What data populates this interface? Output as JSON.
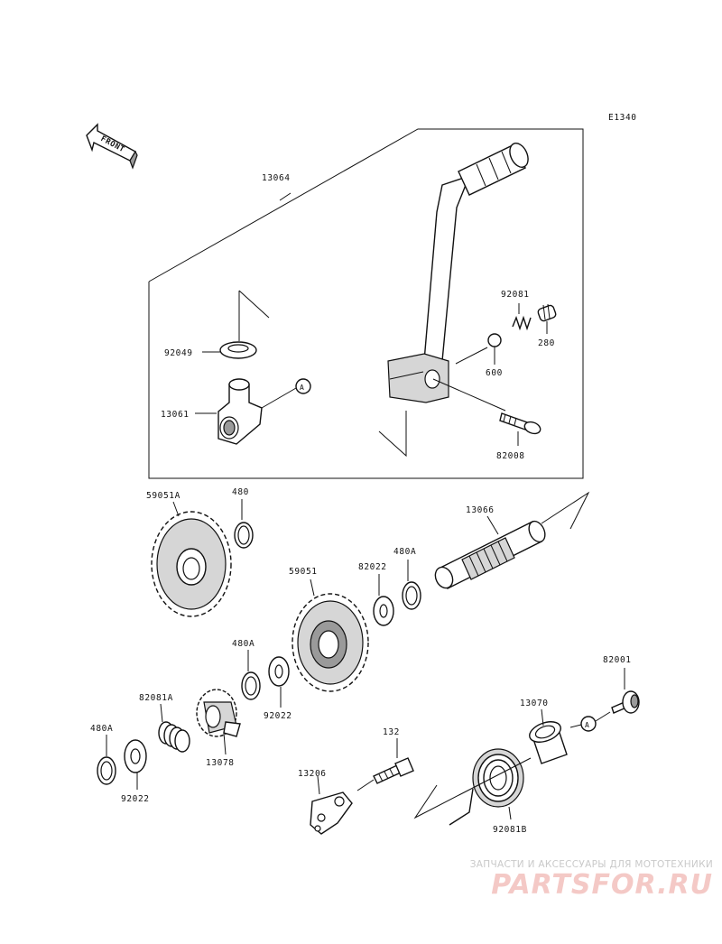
{
  "diagram": {
    "code": "E1340",
    "front_label": "FRONT",
    "circle_ref": "A",
    "labels": {
      "p13064": "13064",
      "p92081": "92081",
      "p280": "280",
      "p92049": "92049",
      "p600": "600",
      "p13061": "13061",
      "p82008": "82008",
      "p59051A": "59051A",
      "p480": "480",
      "p13066": "13066",
      "p59051": "59051",
      "p82022": "82022",
      "p480A_top": "480A",
      "p480A_mid": "480A",
      "p92022_mid": "92022",
      "p82081A": "82081A",
      "p480A_left": "480A",
      "p13078": "13078",
      "p92022_left": "92022",
      "p82001": "82001",
      "p13070": "13070",
      "p132": "132",
      "p13206": "13206",
      "p92081B": "92081B"
    }
  },
  "watermark": {
    "subtitle": "ЗАПЧАСТИ И АКСЕССУАРЫ ДЛЯ МОТОТЕХНИКИ",
    "logo": "PARTSFOR.RU"
  }
}
